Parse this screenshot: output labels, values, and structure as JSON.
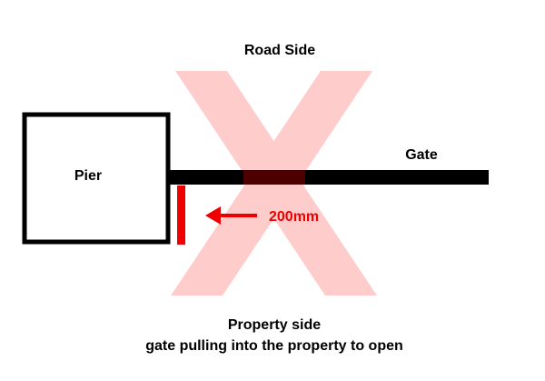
{
  "labels": {
    "road_side": "Road Side",
    "gate": "Gate",
    "pier": "Pier",
    "measurement": "200mm",
    "property_side": "Property side",
    "caption": "gate pulling into the property to open"
  },
  "colors": {
    "cross_mark": "#ffcccc",
    "red_marker": "#ee0000",
    "outline": "#000000",
    "background": "#ffffff",
    "gate_overlap": "#4d0000"
  },
  "icons": {
    "cross": "x-mark-icon",
    "arrow": "arrow-left-icon"
  }
}
